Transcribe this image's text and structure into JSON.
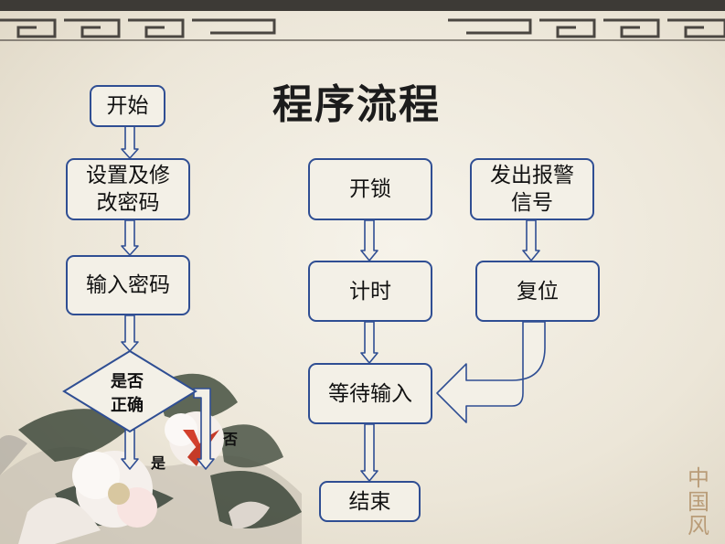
{
  "title": "程序流程",
  "nodes": {
    "start": "开始",
    "set_password": "设置及修\n改密码",
    "input_password": "输入密码",
    "check": "是否\n正确",
    "unlock": "开锁",
    "timer": "计时",
    "wait_input": "等待输入",
    "end": "结束",
    "alarm": "发出报警\n信号",
    "reset": "复位"
  },
  "edge_labels": {
    "yes": "是",
    "no": "否"
  },
  "brand": "中\n国\n风",
  "colors": {
    "box_border": "#2f4e93",
    "arrow_fill": "#f3f0e7",
    "background": "#ece6d8"
  }
}
